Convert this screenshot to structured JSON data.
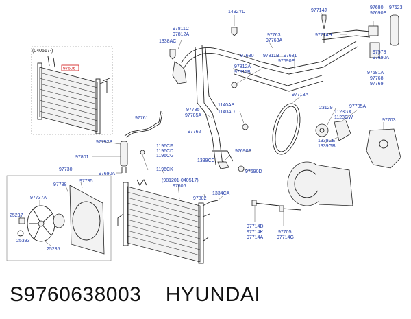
{
  "diagram": {
    "labels": {
      "l1492YD": "1492YD",
      "l97714J": "97714J",
      "l97680": "97680",
      "l97690E_a": "97690E",
      "l97623": "97623",
      "l97714H": "97714H",
      "l97578": "97578",
      "l97690A": "97690A",
      "l97681A": "97681A",
      "l97768": "97768",
      "l97769": "97769",
      "l97811C": "97811C",
      "l97812A_a": "97812A",
      "l1338AC": "1338AC",
      "l97763": "97763",
      "l97763A": "97763A",
      "l97680b": "97680",
      "l97811B": "97811B",
      "l97681": "97681",
      "l97690E_b": "97690E",
      "l97812A_b": "97812A",
      "l97811B_b": "97811B",
      "l97713A": "97713A",
      "l23129": "23129",
      "l97705A": "97705A",
      "l1123GX": "1123GX",
      "l1123GW": "1123GW",
      "l97703": "97703",
      "l1339CE": "1339CE",
      "l1339GB": "1339GB",
      "l1140AB": "1140AB",
      "l1140AD": "1140AD",
      "l97785": "97785",
      "l97785A": "97785A",
      "l97761": "97761",
      "l97762": "97762",
      "l97690E_c": "97690E",
      "l97752B": "97752B",
      "l1196CF": "1196CF",
      "l1196CD": "1196CD",
      "l1196CG": "1196CG",
      "l97801": "97801",
      "l1339CC": "1339CC",
      "l97690D": "97690D",
      "l97690A_b": "97690A",
      "l1196CK": "1196CK",
      "l97730": "97730",
      "l98120_range": "(981201-040517)",
      "l97606": "97606",
      "l97788": "97788",
      "l97735": "97735",
      "l97737A": "97737A",
      "l1334CA": "1334CA",
      "l97802": "97802",
      "l25237": "25237",
      "l25393": "25393",
      "l25235": "25235",
      "l97714D": "97714D",
      "l97714K": "97714K",
      "l97714A": "97714A",
      "l97705": "97705",
      "l97714G": "97714G",
      "l040517": "(040517-)",
      "highlight": "97606"
    }
  },
  "caption": {
    "part_number": "S9760638003",
    "brand": "HYUNDAI",
    "separator": "    "
  }
}
